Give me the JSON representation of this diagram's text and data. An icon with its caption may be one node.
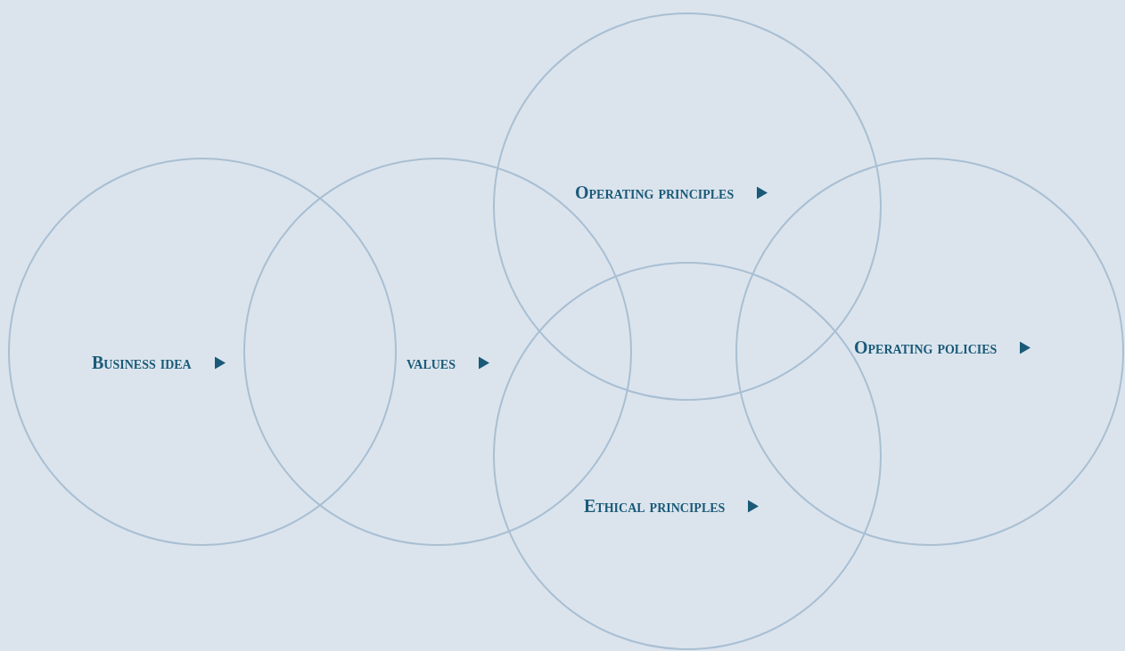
{
  "diagram": {
    "nodes": [
      {
        "text": [
          "Business idea"
        ]
      },
      {
        "text": [
          "values"
        ]
      },
      {
        "text": [
          "Operating principles"
        ]
      },
      {
        "text": [
          "Ethical principles"
        ]
      },
      {
        "text": [
          "Operating policies"
        ]
      }
    ]
  }
}
